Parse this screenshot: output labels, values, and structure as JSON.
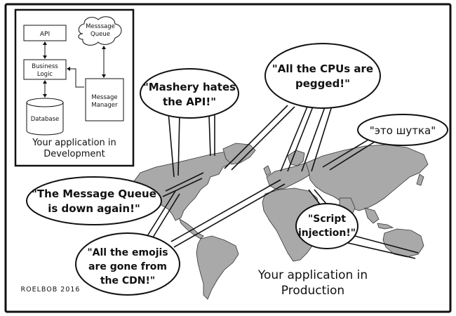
{
  "inset": {
    "api_label": "API",
    "queue_label_line1": "Messsage",
    "queue_label_line2": "Queue",
    "business_logic_line1": "Business",
    "business_logic_line2": "Logic",
    "database_label": "Database",
    "message_manager_line1": "Message",
    "message_manager_line2": "Manager",
    "caption_line1": "Your application in",
    "caption_line2": "Development"
  },
  "bubbles": {
    "mashery_line1": "\"Mashery hates",
    "mashery_line2": "the API!\"",
    "cpus_line1": "\"All the CPUs are",
    "cpus_line2": "pegged!\"",
    "joke": "\"это шутка\"",
    "queue_line1": "\"The Message Queue",
    "queue_line2": "is down again!\"",
    "emoji_line1": "\"All the emojis",
    "emoji_line2": "are gone from",
    "emoji_line3": "the CDN!\"",
    "script_line1": "\"Script",
    "script_line2": "injection!\""
  },
  "production": {
    "caption_line1": "Your application in",
    "caption_line2": "Production"
  },
  "signature": "ROELBOB 2016",
  "colors": {
    "ink": "#111111",
    "land": "#a9a9a9",
    "background": "#ffffff",
    "bubble_fill": "#ffffff"
  }
}
